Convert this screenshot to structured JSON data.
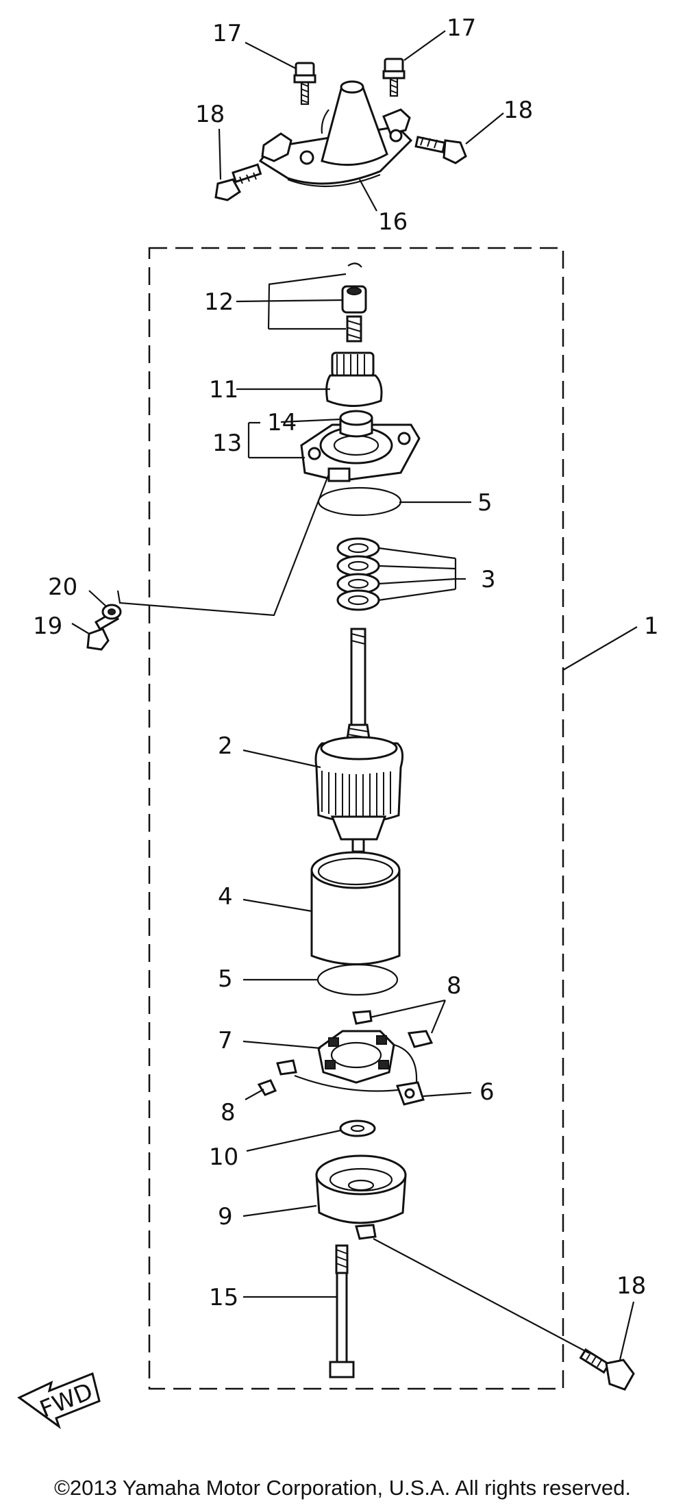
{
  "callouts": {
    "c1": "1",
    "c2": "2",
    "c3": "3",
    "c4": "4",
    "c5a": "5",
    "c5b": "5",
    "c6": "6",
    "c7": "7",
    "c8a": "8",
    "c8b": "8",
    "c9": "9",
    "c10": "10",
    "c11": "11",
    "c12": "12",
    "c13": "13",
    "c14": "14",
    "c15": "15",
    "c16": "16",
    "c17a": "17",
    "c17b": "17",
    "c18a": "18",
    "c18b": "18",
    "c18c": "18",
    "c19": "19",
    "c20": "20"
  },
  "fwd_label": "FWD",
  "copyright": "©2013 Yamaha Motor Corporation, U.S.A. All rights reserved."
}
